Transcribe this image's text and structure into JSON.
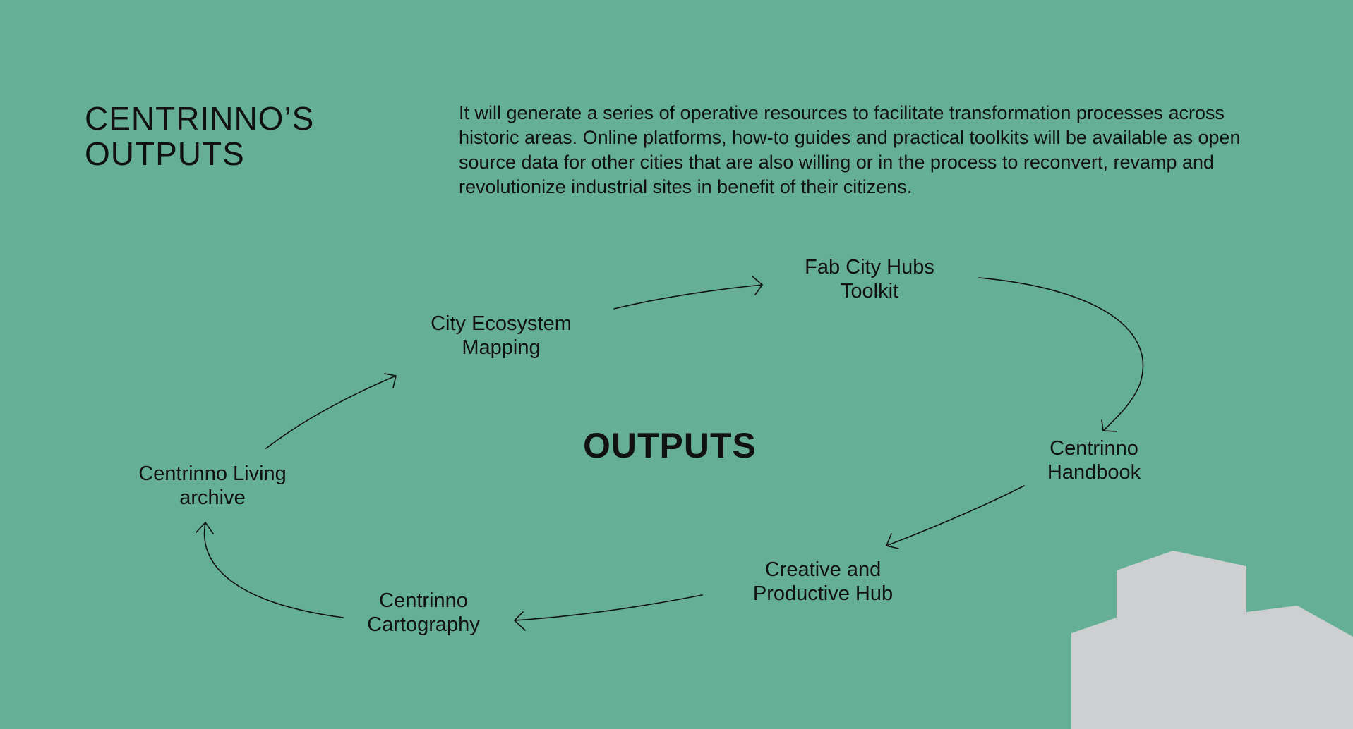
{
  "header": {
    "title_line1": "CENTRINNO’S",
    "title_line2": "OUTPUTS",
    "intro": "It will generate a series of operative resources to facilitate transformation processes across historic areas. Online platforms, how-to guides and practical toolkits will be available as open source data for other cities that are also willing or in the process to reconvert, revamp and revolutionize industrial sites in benefit of their citizens."
  },
  "diagram": {
    "center_label": "OUTPUTS",
    "nodes": [
      {
        "line1": "Fab City Hubs",
        "line2": "Toolkit"
      },
      {
        "line1": "City Ecosystem",
        "line2": "Mapping"
      },
      {
        "line1": "Centrinno",
        "line2": "Handbook"
      },
      {
        "line1": "Centrinno Living",
        "line2": "archive"
      },
      {
        "line1": "Creative and",
        "line2": "Productive Hub"
      },
      {
        "line1": "Centrinno",
        "line2": "Cartography"
      }
    ]
  },
  "colors": {
    "background": "#66af97",
    "text": "#111111",
    "building": "#cdcfd1"
  }
}
